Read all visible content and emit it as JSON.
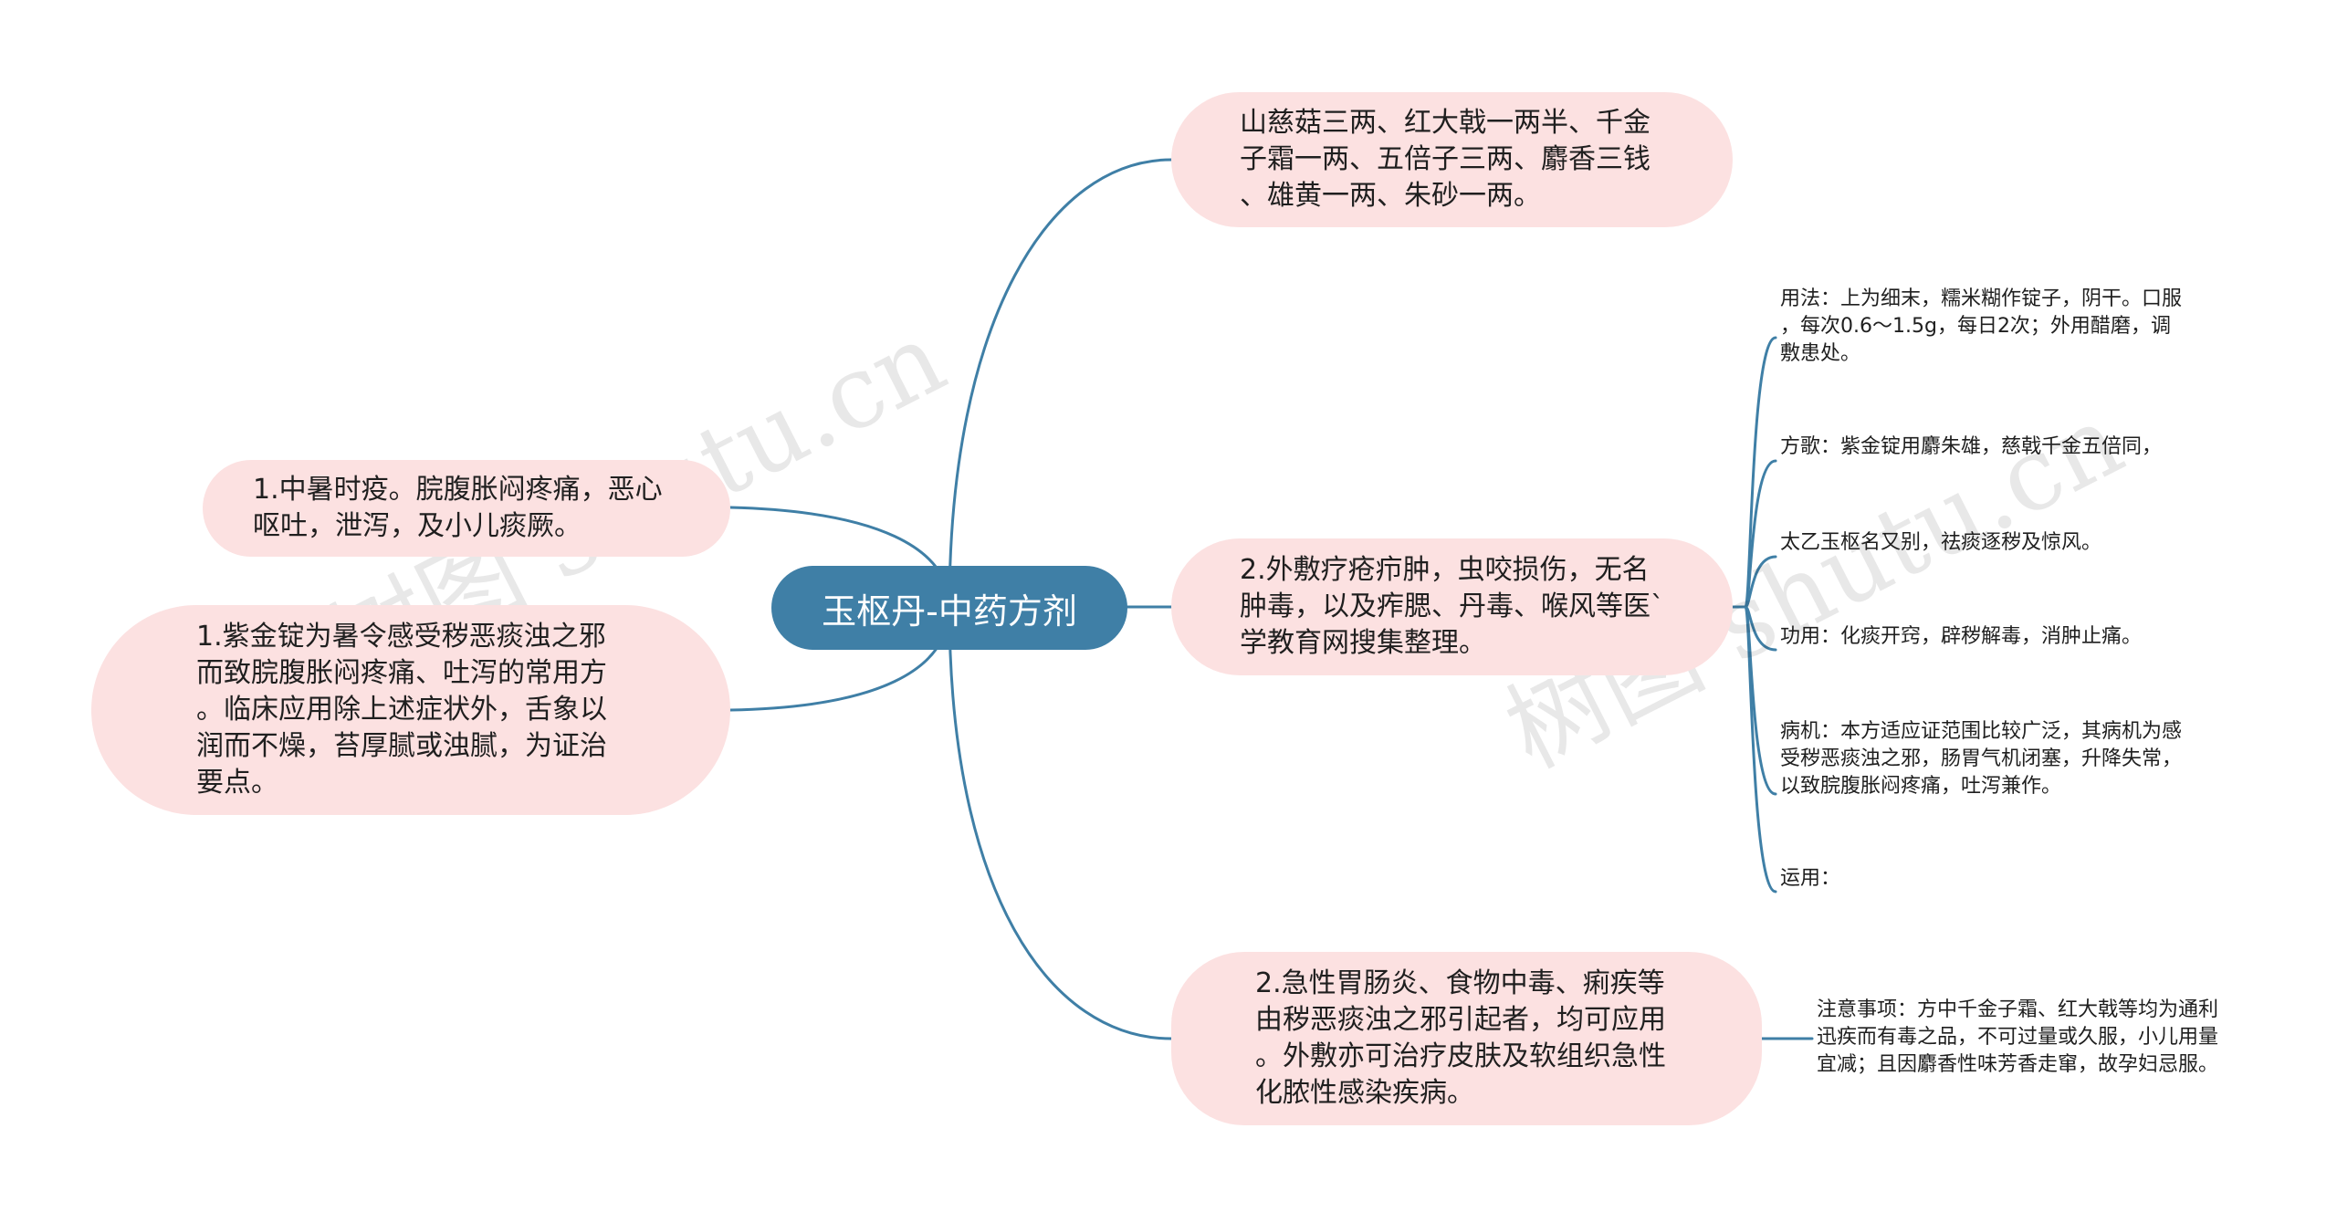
{
  "root": {
    "title": "玉枢丹-中药方剂"
  },
  "branches": {
    "composition": "山慈菇三两、红大戟一两半、千金\n子霜一两、五倍子三两、麝香三钱\n、雄黄一两、朱砂一两。",
    "external_use": "2.外敷疗疮疖肿，虫咬损伤，无名\n肿毒，以及痄腮、丹毒、喉风等医`\n学教育网搜集整理。",
    "gastro": "2.急性胃肠炎、食物中毒、痢疾等\n由秽恶痰浊之邪引起者，均可应用\n。外敷亦可治疗皮肤及软组织急性\n化脓性感染疾病。",
    "summer": "1.中暑时疫。脘腹胀闷疼痛，恶心\n呕吐，泄泻，及小儿痰厥。",
    "indication": "1.紫金锭为暑令感受秽恶痰浊之邪\n而致脘腹胀闷疼痛、吐泻的常用方\n。临床应用除上述症状外，舌象以\n润而不燥，苔厚腻或浊腻，为证治\n要点。"
  },
  "leaves": {
    "usage": "用法：上为细末，糯米糊作锭子，阴干。口服\n，每次0.6～1.5g，每日2次；外用醋磨，调\n敷患处。",
    "song": "方歌：紫金锭用麝朱雄，慈戟千金五倍同，",
    "song2": "太乙玉枢名又别，祛痰逐秽及惊风。",
    "effect": "功用：化痰开窍，辟秽解毒，消肿止痛。",
    "pathology": "病机：本方适应证范围比较广泛，其病机为感\n受秽恶痰浊之邪，肠胃气机闭塞，升降失常，\n以致脘腹胀闷疼痛，吐泻兼作。",
    "application": "运用：",
    "caution": "注意事项：方中千金子霜、红大戟等均为通利\n迅疾而有毒之品，不可过量或久服，小儿用量\n宜减；且因麝香性味芳香走窜，故孕妇忌服。"
  },
  "watermarks": [
    "树图 shutu.cn",
    "树图 shutu.cn"
  ],
  "colors": {
    "root_bg": "#3f7fa6",
    "node_bg": "#fce1e1",
    "line": "#3f7fa6"
  }
}
